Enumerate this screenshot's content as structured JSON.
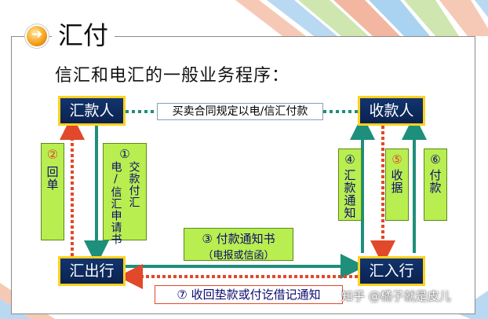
{
  "header": {
    "title": "汇付",
    "subtitle": "信汇和电汇的一般业务程序："
  },
  "nodes": {
    "remitter": "汇款人",
    "payee": "收款人",
    "remitting_bank": "汇出行",
    "paying_bank": "汇入行"
  },
  "links": {
    "contract": "买卖合同规定以电/信汇付款"
  },
  "steps": {
    "s1_num": "①",
    "s1_a": "电/信汇申请书",
    "s1_b": "交款付汇",
    "s2_num": "②",
    "s2": "回单",
    "s3_line1": "③ 付款通知书",
    "s3_line2": "（电报或信函）",
    "s4_num": "④",
    "s4": "汇款通知",
    "s5_num": "⑤",
    "s5": "收据",
    "s6_num": "⑥",
    "s6": "付款",
    "s7": "⑦ 收回垫款或付讫借记通知"
  },
  "watermark": "知乎 @橘子就是皮儿",
  "colors": {
    "node_fill": "#0a2a5e",
    "node_border": "#ffd21e",
    "box_fill": "#b8ee50",
    "teal_arrow": "#1d8f7a",
    "red_arrow": "#e2482a"
  }
}
